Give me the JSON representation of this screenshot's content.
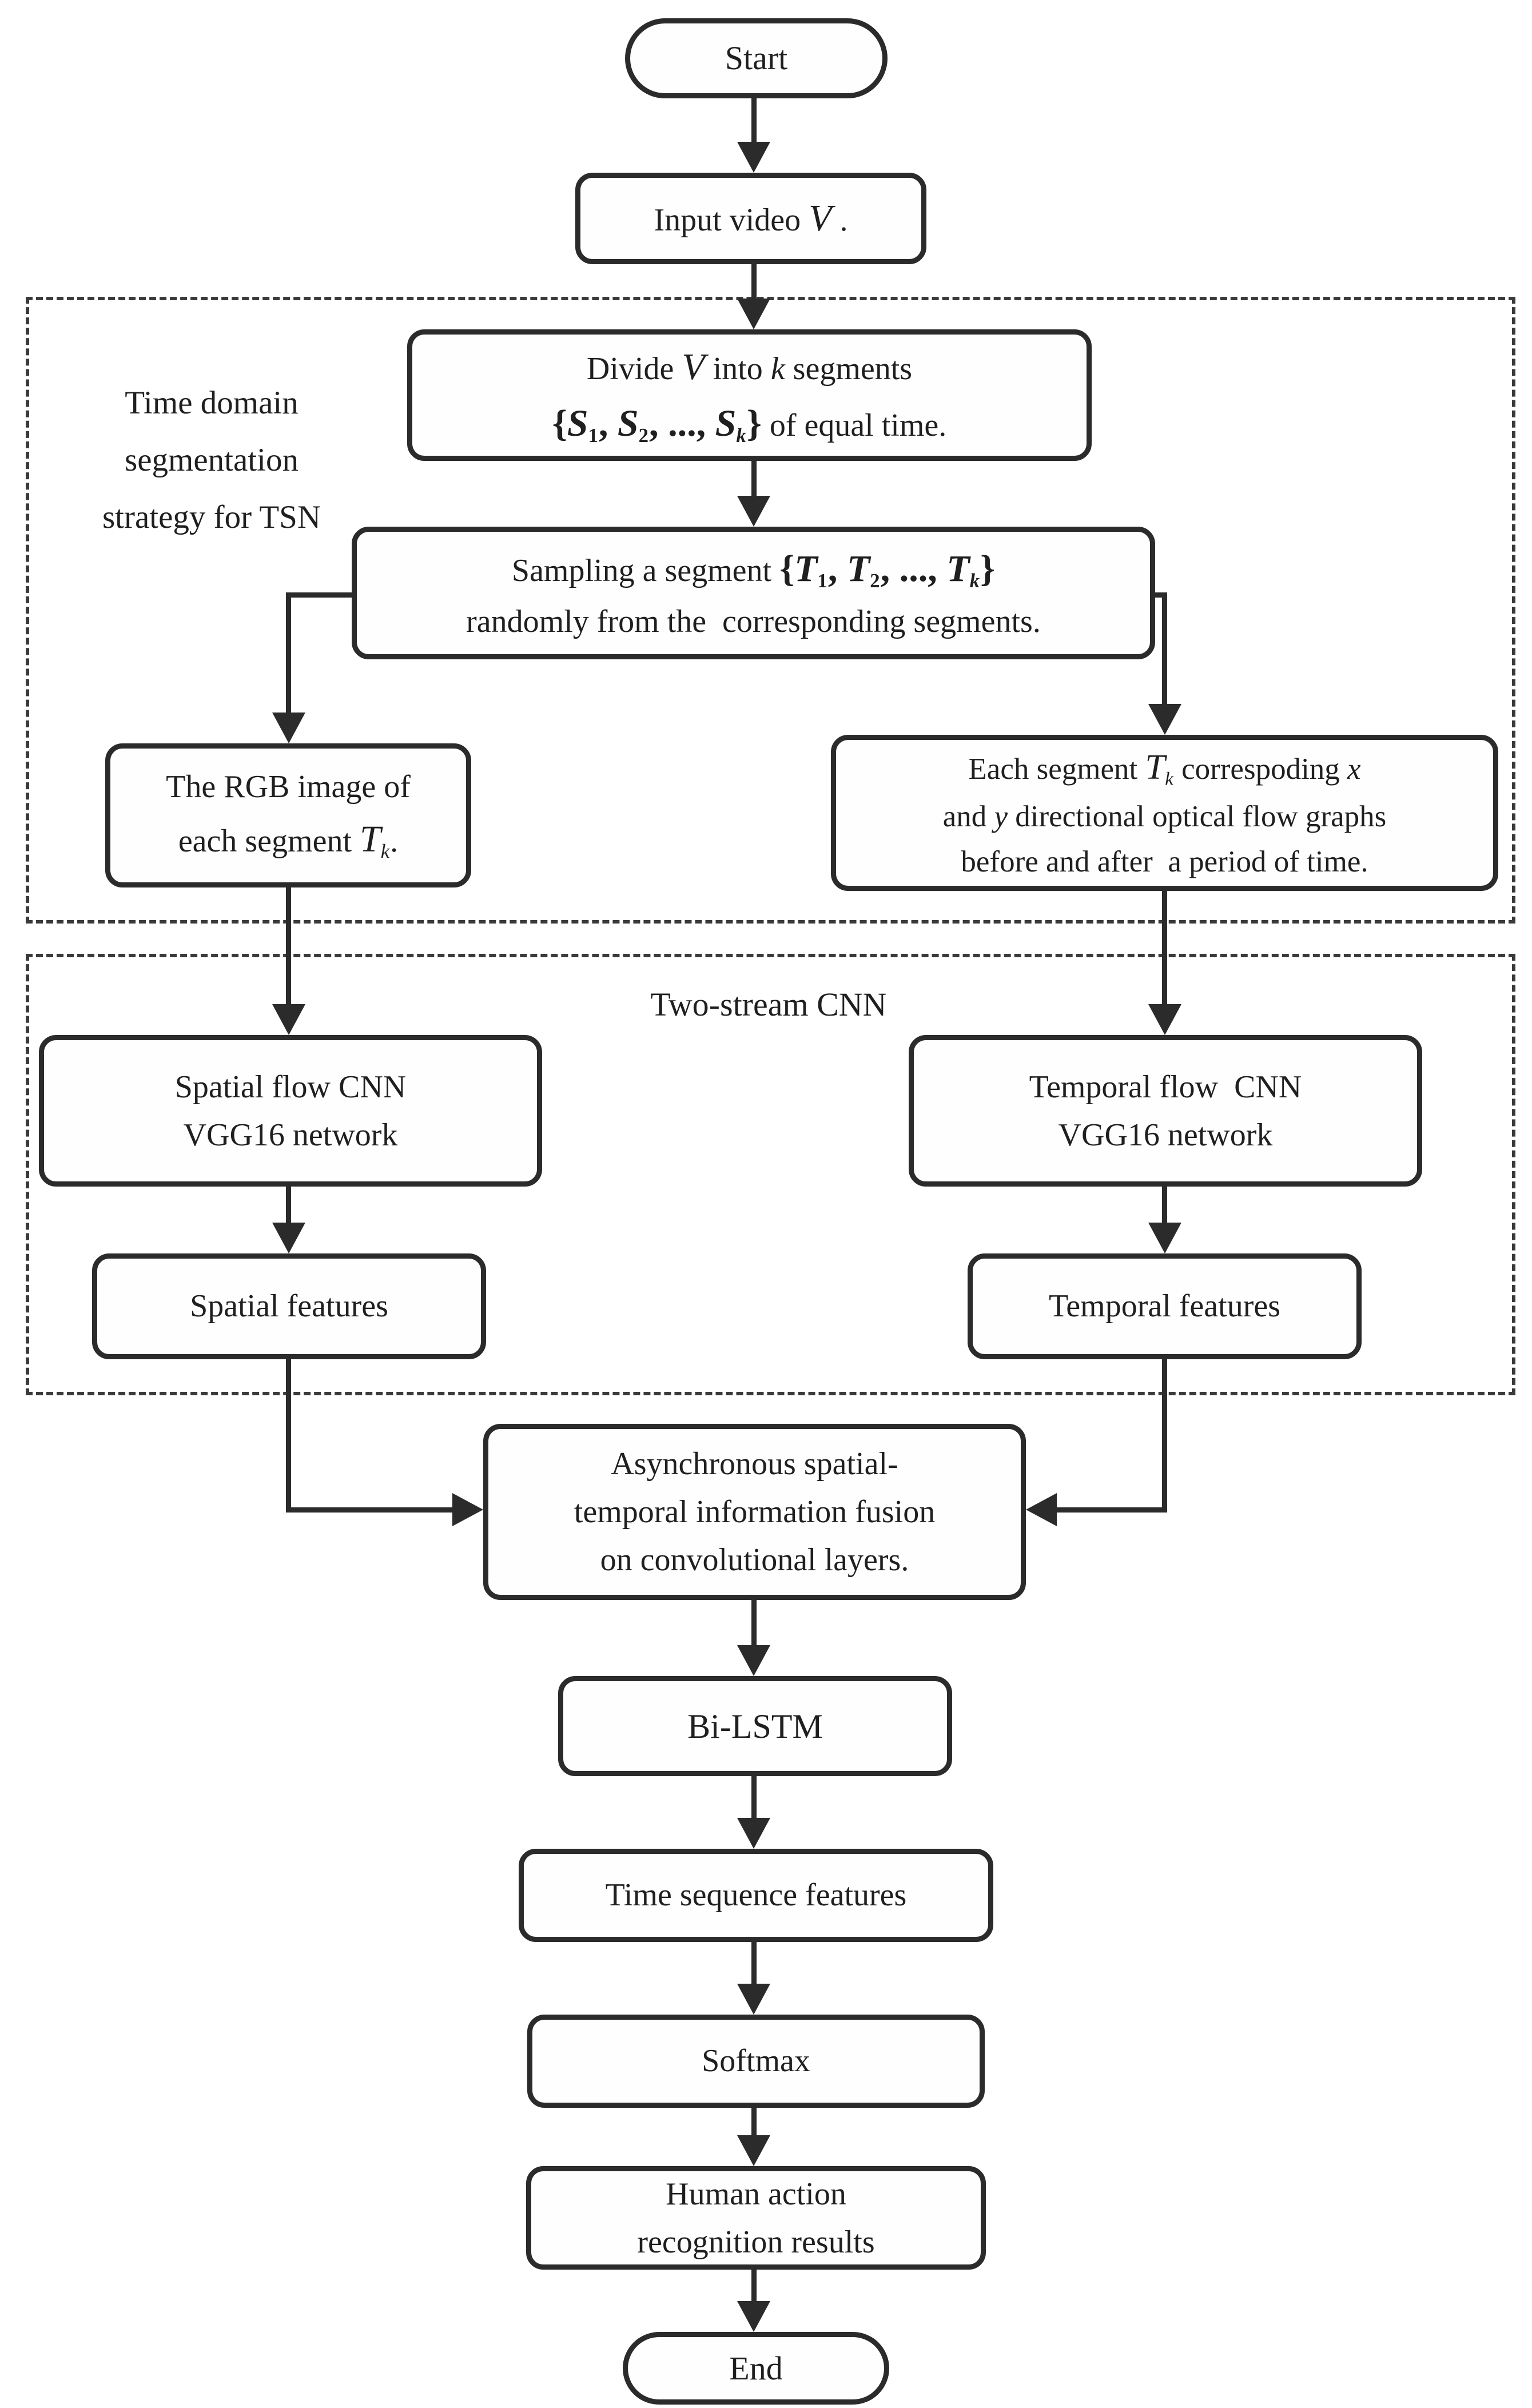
{
  "page": {
    "background": "#ffffff",
    "stroke_color": "#2b2b2b",
    "text_color": "#1f1f1f"
  },
  "flowchart": {
    "nodes": {
      "start": {
        "label": "Start"
      },
      "input_video": {
        "lines": [
          [
            {
              "t": "Input video "
            },
            {
              "t": "V",
              "i": true,
              "big": true
            },
            {
              "t": " ."
            }
          ]
        ]
      },
      "divide": {
        "lines": [
          [
            {
              "t": "Divide "
            },
            {
              "t": "V",
              "i": true,
              "big": true
            },
            {
              "t": " into "
            },
            {
              "t": "k",
              "i": true
            },
            {
              "t": " segments"
            }
          ],
          [
            {
              "t": "{",
              "b": true,
              "big": true
            },
            {
              "t": "S",
              "i": true,
              "b": true,
              "big": true
            },
            {
              "t": "1",
              "b": true,
              "sub": true
            },
            {
              "t": ", ",
              "b": true,
              "big": true
            },
            {
              "t": "S",
              "i": true,
              "b": true,
              "big": true
            },
            {
              "t": "2",
              "b": true,
              "sub": true
            },
            {
              "t": ", ..., ",
              "b": true,
              "big": true
            },
            {
              "t": "S",
              "i": true,
              "b": true,
              "big": true
            },
            {
              "t": "k",
              "i": true,
              "b": true,
              "sub": true
            },
            {
              "t": "}",
              "b": true,
              "big": true
            },
            {
              "t": " of equal time."
            }
          ]
        ]
      },
      "sampling": {
        "lines": [
          [
            {
              "t": "Sampling a segment "
            },
            {
              "t": "{",
              "b": true,
              "big": true
            },
            {
              "t": "T",
              "i": true,
              "b": true,
              "big": true
            },
            {
              "t": "1",
              "b": true,
              "sub": true
            },
            {
              "t": ", ",
              "b": true,
              "big": true
            },
            {
              "t": "T",
              "i": true,
              "b": true,
              "big": true
            },
            {
              "t": "2",
              "b": true,
              "sub": true
            },
            {
              "t": ", ..., ",
              "b": true,
              "big": true
            },
            {
              "t": "T",
              "i": true,
              "b": true,
              "big": true
            },
            {
              "t": "k",
              "i": true,
              "b": true,
              "sub": true
            },
            {
              "t": "}",
              "b": true,
              "big": true
            }
          ],
          [
            {
              "t": "randomly from the  corresponding segments."
            }
          ]
        ]
      },
      "rgb_image": {
        "lines": [
          [
            {
              "t": "The RGB image of"
            }
          ],
          [
            {
              "t": "each segment "
            },
            {
              "t": "T",
              "i": true,
              "big": true
            },
            {
              "t": "k",
              "i": true,
              "sub": true
            },
            {
              "t": "."
            }
          ]
        ]
      },
      "optical_flow": {
        "lines": [
          [
            {
              "t": "Each segment "
            },
            {
              "t": "T",
              "i": true,
              "big": true
            },
            {
              "t": "k",
              "i": true,
              "sub": true
            },
            {
              "t": " correspoding "
            },
            {
              "t": "x",
              "i": true
            }
          ],
          [
            {
              "t": "and "
            },
            {
              "t": "y",
              "i": true
            },
            {
              "t": " directional optical flow graphs"
            }
          ],
          [
            {
              "t": "before and after  a period of time."
            }
          ]
        ]
      },
      "spatial_cnn": {
        "lines": [
          [
            {
              "t": "Spatial flow CNN"
            }
          ],
          [
            {
              "t": "VGG16 network"
            }
          ]
        ]
      },
      "temporal_cnn": {
        "lines": [
          [
            {
              "t": "Temporal flow  CNN"
            }
          ],
          [
            {
              "t": "VGG16 network"
            }
          ]
        ]
      },
      "spatial_features": {
        "label": "Spatial features"
      },
      "temporal_features": {
        "label": "Temporal features"
      },
      "fusion": {
        "lines": [
          [
            {
              "t": "Asynchronous spatial-"
            }
          ],
          [
            {
              "t": "temporal information fusion"
            }
          ],
          [
            {
              "t": "on convolutional layers."
            }
          ]
        ]
      },
      "bilstm": {
        "label": "Bi-LSTM"
      },
      "time_sequence": {
        "label": "Time sequence features"
      },
      "softmax": {
        "label": "Softmax"
      },
      "human_action": {
        "lines": [
          [
            {
              "t": "Human action"
            }
          ],
          [
            {
              "t": "recognition results"
            }
          ]
        ]
      },
      "end": {
        "label": "End"
      }
    },
    "groups": {
      "tsn": {
        "lines": [
          [
            {
              "t": "Time domain"
            }
          ],
          [
            {
              "t": "segmentation"
            }
          ],
          [
            {
              "t": "strategy for TSN"
            }
          ]
        ]
      },
      "two_stream": {
        "label": "Two-stream CNN"
      }
    }
  }
}
